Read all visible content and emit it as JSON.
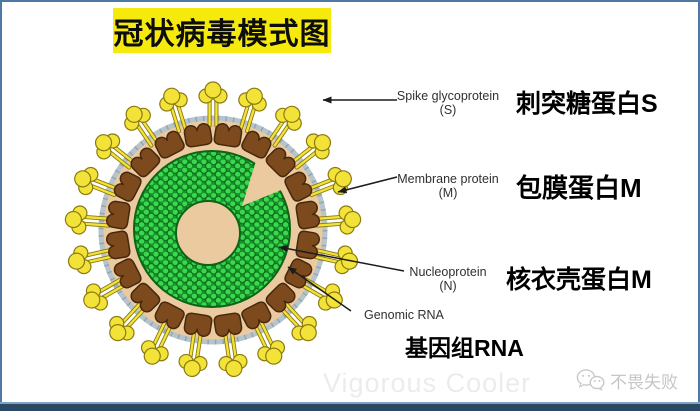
{
  "title": "冠状病毒模式图",
  "diagram": {
    "type": "coronavirus cross-section model",
    "parts": {
      "spike": {
        "en_line1": "Spike glycoprotein",
        "en_line2": "(S)",
        "zh": "刺突糖蛋白S"
      },
      "membrane": {
        "en_line1": "Membrane protein",
        "en_line2": "(M)",
        "zh": "包膜蛋白M"
      },
      "nucleoprotein": {
        "en_line1": "Nucleoprotein",
        "en_line2": "(N)",
        "zh": "核衣壳蛋白M"
      },
      "genomic_rna": {
        "en_line1": "Genomic RNA",
        "zh": "基因组RNA"
      }
    },
    "spike_count": 21,
    "membrane_protein_count": 20,
    "colors": {
      "title_bg": "#f6e90c",
      "envelope_tan": "#eccaa0",
      "membrane_brown": "#7d4a1e",
      "membrane_brown_outline": "#46280d",
      "spike_yellow": "#f3e339",
      "spike_yellow_outline": "#8a7a10",
      "rna_bead_green": "#3ad84e",
      "rna_bead_outline": "#0c6418",
      "rna_gap_green": "#17942a",
      "rim_gray_blue": "#b6c4cc",
      "rim_tick_gray": "#93a7b2",
      "arrow_black": "#1c1c1c"
    }
  },
  "watermark": "Vigorous Cooler",
  "footer": {
    "brand": "不畏失败",
    "icon": "wechat-icon",
    "bar_color": "#2b4964",
    "frame_border_color": "#4e79a4"
  }
}
